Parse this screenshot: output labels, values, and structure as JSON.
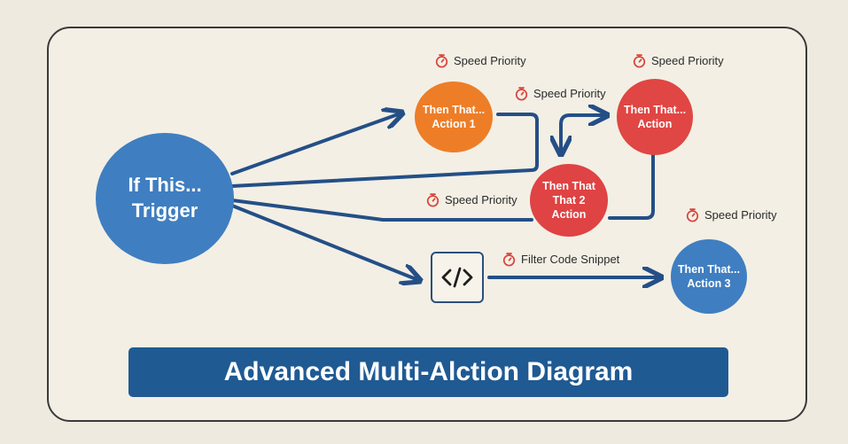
{
  "nodes": {
    "trigger": {
      "line1": "If This...",
      "line2": "Trigger"
    },
    "action1": {
      "line1": "Then That...",
      "line2": "Action 1"
    },
    "action_red": {
      "line1": "Then That...",
      "line2": "Action"
    },
    "action2": {
      "line1": "Then That",
      "line2": "That 2",
      "line3": "Action"
    },
    "action3": {
      "line1": "Then That...",
      "line2": "Action 3"
    }
  },
  "labels": {
    "speed1": "Speed Priority",
    "speed2": "Speed Priority",
    "speed3": "Speed Priority",
    "speed4": "Speed Priority",
    "speed5": "Speed Priority",
    "filter": "Filter Code Snippet"
  },
  "code_icon_text": "</>",
  "banner_title": "Advanced Multi-Alction Diagram",
  "colors": {
    "trigger_blue": "#3f7ec0",
    "orange": "#ee7d27",
    "red": "#e04643",
    "arrow_navy": "#244f86",
    "banner": "#1f5a93",
    "timer_red": "#d9433a"
  },
  "icons": {
    "timer": "stopwatch-icon",
    "code": "code-brackets-icon"
  }
}
